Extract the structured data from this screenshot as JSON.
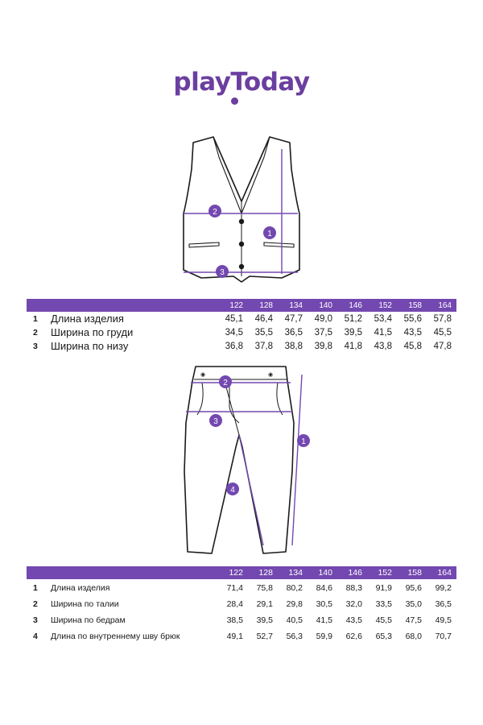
{
  "brand": {
    "name": "playToday",
    "color": "#6b3fa0"
  },
  "header_color": "#7348b0",
  "vest_table": {
    "sizes": [
      "122",
      "128",
      "134",
      "140",
      "146",
      "152",
      "158",
      "164"
    ],
    "rows": [
      {
        "num": "1",
        "name": "Длина изделия",
        "values": [
          "45,1",
          "46,4",
          "47,7",
          "49,0",
          "51,2",
          "53,4",
          "55,6",
          "57,8"
        ]
      },
      {
        "num": "2",
        "name": "Ширина по груди",
        "values": [
          "34,5",
          "35,5",
          "36,5",
          "37,5",
          "39,5",
          "41,5",
          "43,5",
          "45,5"
        ]
      },
      {
        "num": "3",
        "name": "Ширина по низу",
        "values": [
          "36,8",
          "37,8",
          "38,8",
          "39,8",
          "41,8",
          "43,8",
          "45,8",
          "47,8"
        ]
      }
    ]
  },
  "pants_table": {
    "sizes": [
      "122",
      "128",
      "134",
      "140",
      "146",
      "152",
      "158",
      "164"
    ],
    "rows": [
      {
        "num": "1",
        "name": "Длина изделия",
        "values": [
          "71,4",
          "75,8",
          "80,2",
          "84,6",
          "88,3",
          "91,9",
          "95,6",
          "99,2"
        ]
      },
      {
        "num": "2",
        "name": "Ширина по талии",
        "values": [
          "28,4",
          "29,1",
          "29,8",
          "30,5",
          "32,0",
          "33,5",
          "35,0",
          "36,5"
        ]
      },
      {
        "num": "3",
        "name": "Ширина по бедрам",
        "values": [
          "38,5",
          "39,5",
          "40,5",
          "41,5",
          "43,5",
          "45,5",
          "47,5",
          "49,5"
        ]
      },
      {
        "num": "4",
        "name": "Длина по внутреннему шву брюк",
        "values": [
          "49,1",
          "52,7",
          "56,3",
          "59,9",
          "62,6",
          "65,3",
          "68,0",
          "70,7"
        ]
      }
    ]
  },
  "vest_markers": [
    "1",
    "2",
    "3"
  ],
  "pants_markers": [
    "1",
    "2",
    "3",
    "4"
  ]
}
